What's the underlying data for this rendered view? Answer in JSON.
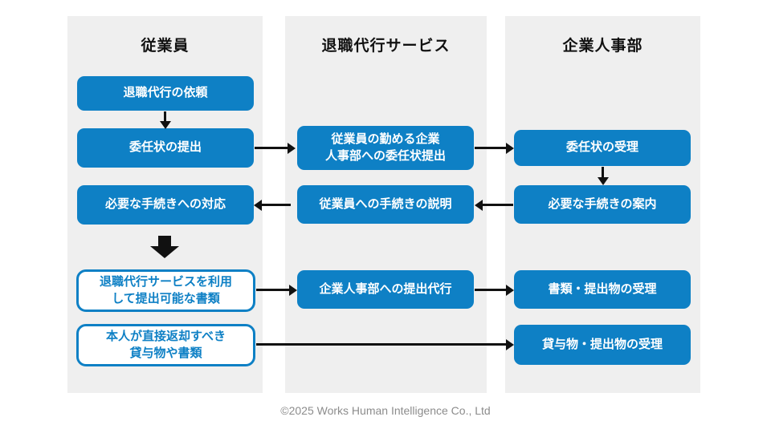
{
  "diagram": {
    "columns": [
      {
        "id": "employee",
        "header": "従業員"
      },
      {
        "id": "agency",
        "header": "退職代行サービス"
      },
      {
        "id": "hr",
        "header": "企業人事部"
      }
    ],
    "nodes": {
      "request": "退職代行の依頼",
      "submit_poa": "委任状の提出",
      "handle_procedures": "必要な手続きへの対応",
      "docs_via_service": "退職代行サービスを利用\nして提出可能な書類",
      "direct_return_items": "本人が直接返却すべき\n貸与物や書類",
      "poa_submission_to_hr": "従業員の勤める企業\n人事部への委任状提出",
      "explain_procedures": "従業員への手続きの説明",
      "submission_on_behalf": "企業人事部への提出代行",
      "accept_poa": "委任状の受理",
      "guide_procedures": "必要な手続きの案内",
      "accept_documents": "書類・提出物の受理",
      "accept_loaned_items": "貸与物・提出物の受理"
    },
    "edges": [
      {
        "from": "request",
        "to": "submit_poa"
      },
      {
        "from": "submit_poa",
        "to": "poa_submission_to_hr"
      },
      {
        "from": "poa_submission_to_hr",
        "to": "accept_poa"
      },
      {
        "from": "accept_poa",
        "to": "guide_procedures"
      },
      {
        "from": "guide_procedures",
        "to": "explain_procedures"
      },
      {
        "from": "explain_procedures",
        "to": "handle_procedures"
      },
      {
        "from": "handle_procedures",
        "to": "docs_via_service"
      },
      {
        "from": "docs_via_service",
        "to": "submission_on_behalf"
      },
      {
        "from": "submission_on_behalf",
        "to": "accept_documents"
      },
      {
        "from": "direct_return_items",
        "to": "accept_loaned_items"
      }
    ]
  },
  "footer": {
    "copyright": "©2025 Works Human Intelligence Co., Ltd"
  },
  "colors": {
    "accent_blue": "#0e80c5",
    "panel_gray": "#efefef",
    "arrow_black": "#111111",
    "footer_gray": "#8c8c8c"
  }
}
